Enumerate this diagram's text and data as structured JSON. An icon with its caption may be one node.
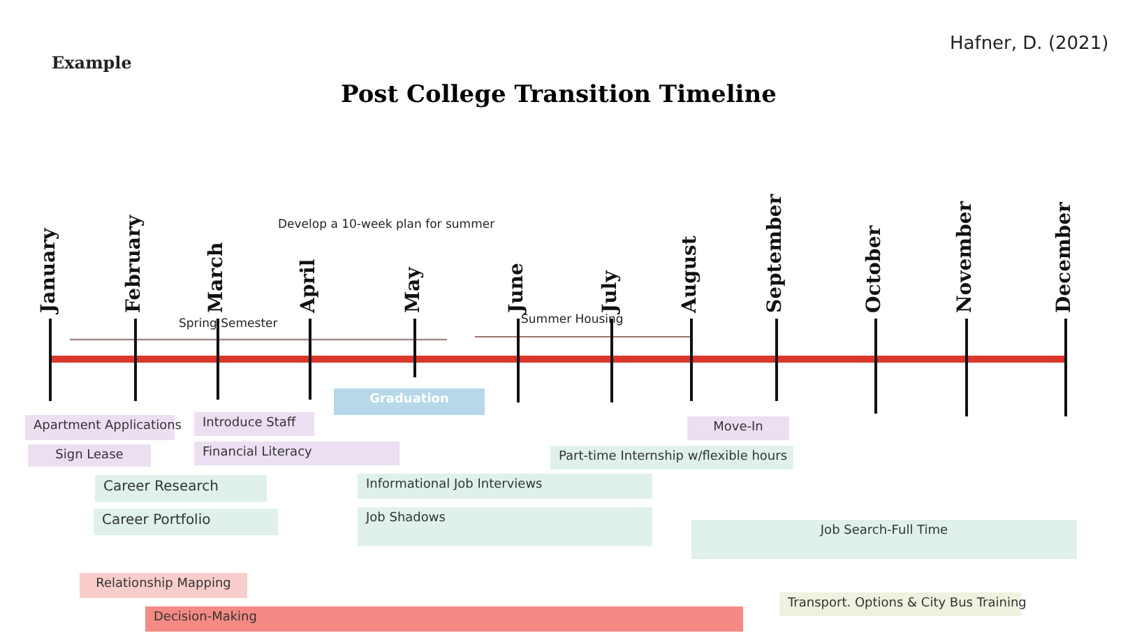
{
  "diagram": {
    "title": "Post College Transition Timeline",
    "nodes": [
      {
        "text": [
          "Graduation"
        ]
      },
      {
        "text": [
          "Introduce Staff"
        ]
      },
      {
        "text": [
          "Apartment Applications"
        ]
      },
      {
        "text": [
          "Move-In"
        ]
      },
      {
        "text": [
          "Financial Literacy"
        ]
      },
      {
        "text": [
          "Sign Lease"
        ]
      },
      {
        "text": [
          "Part-time Internship w/flexible hours"
        ]
      },
      {
        "text": [
          "Informational Job Interviews"
        ]
      },
      {
        "text": [
          "Career Research"
        ]
      },
      {
        "text": [
          "Job Shadows"
        ]
      },
      {
        "text": [
          "Career Portfolio"
        ]
      },
      {
        "text": [
          "Job Search-Full Time"
        ]
      },
      {
        "text": [
          "Relationship Mapping"
        ]
      },
      {
        "text": [
          "Transport. Options & City Bus Training"
        ]
      },
      {
        "text": [
          "Decision-Making"
        ]
      }
    ],
    "labels": [
      "Hafner, D. (2021)",
      "Example",
      "Develop a 10-week plan for summer",
      "January",
      "February",
      "March",
      "April",
      "May",
      "June",
      "July",
      "August",
      "September",
      "October",
      "November",
      "December",
      "Spring Semester",
      "Summer Housing"
    ]
  }
}
